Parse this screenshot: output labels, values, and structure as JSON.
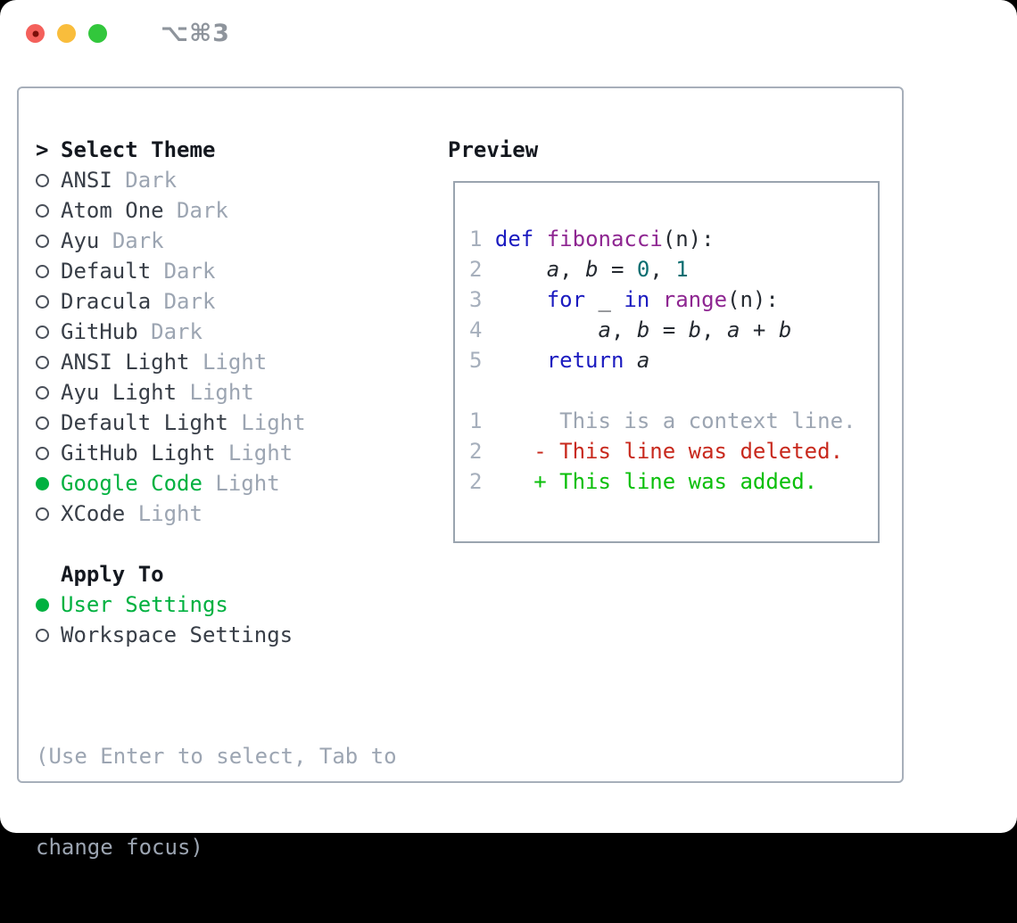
{
  "window": {
    "title": "⌥⌘3"
  },
  "titlebar": {
    "lights": [
      {
        "name": "close",
        "color": "red",
        "has_dot": true
      },
      {
        "name": "minimize",
        "color": "yellow",
        "has_dot": false
      },
      {
        "name": "zoom",
        "color": "green",
        "has_dot": false
      }
    ]
  },
  "theme_panel": {
    "header": {
      "cursor": ">",
      "label": "Select Theme"
    },
    "themes": [
      {
        "name": "ANSI",
        "variant": "Dark",
        "selected": false
      },
      {
        "name": "Atom One",
        "variant": "Dark",
        "selected": false
      },
      {
        "name": "Ayu",
        "variant": "Dark",
        "selected": false
      },
      {
        "name": "Default",
        "variant": "Dark",
        "selected": false
      },
      {
        "name": "Dracula",
        "variant": "Dark",
        "selected": false
      },
      {
        "name": "GitHub",
        "variant": "Dark",
        "selected": false
      },
      {
        "name": "ANSI Light",
        "variant": "Light",
        "selected": false
      },
      {
        "name": "Ayu Light",
        "variant": "Light",
        "selected": false
      },
      {
        "name": "Default Light",
        "variant": "Light",
        "selected": false
      },
      {
        "name": "GitHub Light",
        "variant": "Light",
        "selected": false
      },
      {
        "name": "Google Code",
        "variant": "Light",
        "selected": true
      },
      {
        "name": "XCode",
        "variant": "Light",
        "selected": false
      }
    ],
    "apply_to": {
      "label": "Apply To",
      "options": [
        {
          "name": "User Settings",
          "selected": true
        },
        {
          "name": "Workspace Settings",
          "selected": false
        }
      ]
    },
    "help_lines": [
      "(Use Enter to select, Tab to",
      "change focus)"
    ]
  },
  "preview": {
    "label": "Preview",
    "code_lines": [
      {
        "number": "1",
        "segments": [
          {
            "t": "def",
            "c": "kw"
          },
          {
            "t": " ",
            "c": "pln"
          },
          {
            "t": "fibonacci",
            "c": "fn"
          },
          {
            "t": "(n):",
            "c": "pln"
          }
        ]
      },
      {
        "number": "2",
        "segments": [
          {
            "t": "    ",
            "c": "pln"
          },
          {
            "t": "a",
            "c": "var"
          },
          {
            "t": ", ",
            "c": "pln"
          },
          {
            "t": "b",
            "c": "var"
          },
          {
            "t": " = ",
            "c": "pln"
          },
          {
            "t": "0",
            "c": "lit"
          },
          {
            "t": ", ",
            "c": "pln"
          },
          {
            "t": "1",
            "c": "lit"
          }
        ]
      },
      {
        "number": "3",
        "segments": [
          {
            "t": "    ",
            "c": "pln"
          },
          {
            "t": "for",
            "c": "kw"
          },
          {
            "t": " _ ",
            "c": "pln"
          },
          {
            "t": "in",
            "c": "kw"
          },
          {
            "t": " ",
            "c": "pln"
          },
          {
            "t": "range",
            "c": "fn"
          },
          {
            "t": "(n):",
            "c": "pln"
          }
        ]
      },
      {
        "number": "4",
        "segments": [
          {
            "t": "        ",
            "c": "pln"
          },
          {
            "t": "a",
            "c": "var"
          },
          {
            "t": ", ",
            "c": "pln"
          },
          {
            "t": "b",
            "c": "var"
          },
          {
            "t": " = ",
            "c": "pln"
          },
          {
            "t": "b",
            "c": "var"
          },
          {
            "t": ", ",
            "c": "pln"
          },
          {
            "t": "a",
            "c": "var"
          },
          {
            "t": " + ",
            "c": "pln"
          },
          {
            "t": "b",
            "c": "var"
          }
        ]
      },
      {
        "number": "5",
        "segments": [
          {
            "t": "    ",
            "c": "pln"
          },
          {
            "t": "return",
            "c": "kw"
          },
          {
            "t": " ",
            "c": "pln"
          },
          {
            "t": "a",
            "c": "var"
          }
        ]
      }
    ],
    "diff_lines": [
      {
        "number": "1",
        "marker": " ",
        "text": "This is a context line.",
        "kind": "ctx"
      },
      {
        "number": "2",
        "marker": "-",
        "text": "This line was deleted.",
        "kind": "del"
      },
      {
        "number": "2",
        "marker": "+",
        "text": "This line was added.",
        "kind": "add"
      }
    ]
  },
  "colors": {
    "accent_green": "#00b140",
    "diff_add_green": "#0abf0a",
    "diff_del_red": "#c8291d",
    "keyword_blue": "#1b1bc0",
    "function_purple": "#8e2691",
    "literal_teal": "#0b6e71",
    "code_plain": "#252a31",
    "text_primary": "#383e47",
    "text_bold": "#14181f",
    "text_muted": "#9ca5b2",
    "line_number": "#a6afbc",
    "panel_border": "#a7afba",
    "preview_border": "#9aa4af",
    "titlebar_text": "#8e949c",
    "traffic_red": "#f4605b",
    "traffic_red_dot": "#7c100a",
    "traffic_yellow": "#f9bd3c",
    "traffic_green": "#32c73c"
  }
}
